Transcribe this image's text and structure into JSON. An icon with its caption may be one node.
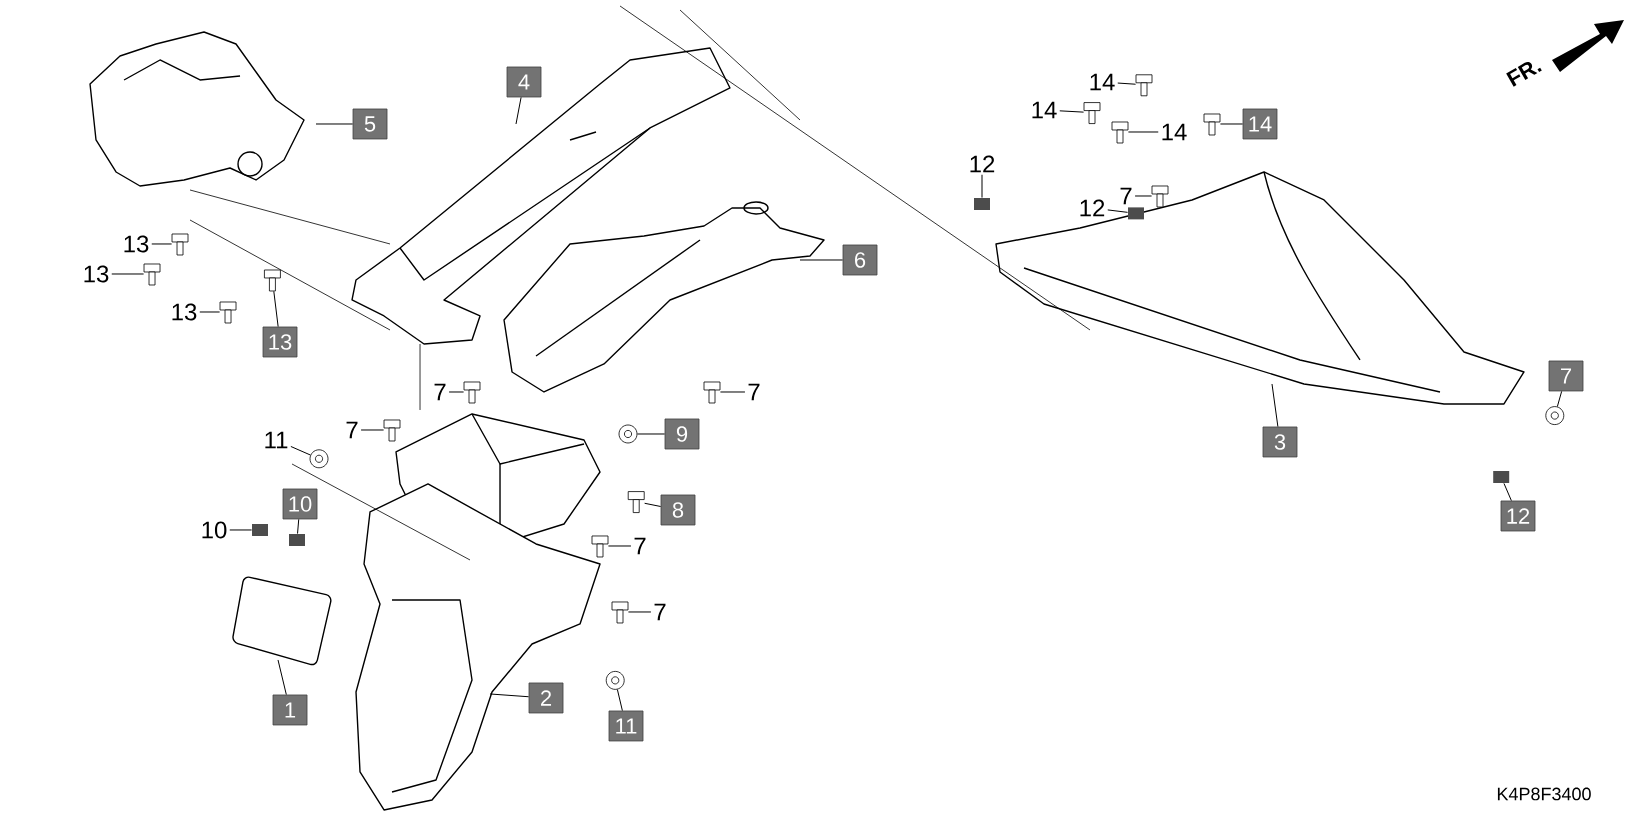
{
  "diagram": {
    "nodes": [
      {
        "text": [
          "14"
        ]
      },
      {
        "text": [
          "4"
        ]
      },
      {
        "text": [
          "14"
        ]
      },
      {
        "text": [
          "5"
        ]
      },
      {
        "text": [
          "14"
        ]
      },
      {
        "text": [
          "14"
        ]
      },
      {
        "text": [
          "12"
        ]
      },
      {
        "text": [
          "7"
        ]
      },
      {
        "text": [
          "12"
        ]
      },
      {
        "text": [
          "13"
        ]
      },
      {
        "text": [
          "6"
        ]
      },
      {
        "text": [
          "13"
        ]
      },
      {
        "text": [
          "13"
        ]
      },
      {
        "text": [
          "13"
        ]
      },
      {
        "text": [
          "7"
        ]
      },
      {
        "text": [
          "7"
        ]
      },
      {
        "text": [
          "7"
        ]
      },
      {
        "text": [
          "11"
        ]
      },
      {
        "text": [
          "7"
        ]
      },
      {
        "text": [
          "9"
        ]
      },
      {
        "text": [
          "3"
        ]
      },
      {
        "text": [
          "10"
        ]
      },
      {
        "text": [
          "8"
        ]
      },
      {
        "text": [
          "12"
        ]
      },
      {
        "text": [
          "10"
        ]
      },
      {
        "text": [
          "7"
        ]
      },
      {
        "text": [
          "7"
        ]
      },
      {
        "text": [
          "2"
        ]
      },
      {
        "text": [
          "1"
        ]
      },
      {
        "text": [
          "11"
        ]
      },
      {
        "text": [],
        "shape": "bolt"
      },
      {
        "text": [],
        "shape": "bolt"
      },
      {
        "text": [],
        "shape": "bolt"
      },
      {
        "text": [],
        "shape": "bolt"
      },
      {
        "text": [],
        "shape": "clip"
      },
      {
        "text": [],
        "shape": "bolt"
      },
      {
        "text": [],
        "shape": "clip"
      },
      {
        "text": [],
        "shape": "bolt"
      },
      {
        "text": [],
        "shape": "bolt"
      },
      {
        "text": [],
        "shape": "bolt"
      },
      {
        "text": [],
        "shape": "bolt"
      },
      {
        "text": [],
        "shape": "nut"
      },
      {
        "text": [],
        "shape": "bolt"
      },
      {
        "text": [],
        "shape": "bolt"
      },
      {
        "text": [],
        "shape": "nut"
      },
      {
        "text": [],
        "shape": "bolt"
      },
      {
        "text": [],
        "shape": "nut"
      },
      {
        "text": [],
        "shape": "clip"
      },
      {
        "text": [],
        "shape": "bolt"
      },
      {
        "text": [],
        "shape": "clip"
      },
      {
        "text": [],
        "shape": "clip"
      },
      {
        "text": [],
        "shape": "bolt"
      },
      {
        "text": [],
        "shape": "bolt"
      },
      {
        "text": [],
        "shape": "nut"
      }
    ],
    "edges": [
      {
        "from": 0,
        "to": 30,
        "arrow": "none"
      },
      {
        "from": 1,
        "to": null,
        "arrow": "none"
      },
      {
        "from": 2,
        "to": 31,
        "arrow": "none"
      },
      {
        "from": 3,
        "to": null,
        "arrow": "none"
      },
      {
        "from": 4,
        "to": 32,
        "arrow": "none"
      },
      {
        "from": 5,
        "to": 33,
        "arrow": "none"
      },
      {
        "from": 6,
        "to": 34,
        "arrow": "none"
      },
      {
        "from": 7,
        "to": 35,
        "arrow": "none"
      },
      {
        "from": 8,
        "to": 36,
        "arrow": "none"
      },
      {
        "from": 9,
        "to": 37,
        "arrow": "none"
      },
      {
        "from": 10,
        "to": null,
        "arrow": "none"
      },
      {
        "from": 11,
        "to": 38,
        "arrow": "none"
      },
      {
        "from": 12,
        "to": 39,
        "arrow": "none"
      },
      {
        "from": 13,
        "to": 40,
        "arrow": "none"
      },
      {
        "from": 14,
        "to": 41,
        "arrow": "none"
      },
      {
        "from": 15,
        "to": 42,
        "arrow": "none"
      },
      {
        "from": 16,
        "to": 43,
        "arrow": "none"
      },
      {
        "from": 17,
        "to": 44,
        "arrow": "none"
      },
      {
        "from": 18,
        "to": 45,
        "arrow": "none"
      },
      {
        "from": 19,
        "to": 46,
        "arrow": "none"
      },
      {
        "from": 20,
        "to": null,
        "arrow": "none"
      },
      {
        "from": 21,
        "to": 47,
        "arrow": "none"
      },
      {
        "from": 22,
        "to": 48,
        "arrow": "none"
      },
      {
        "from": 23,
        "to": 49,
        "arrow": "none"
      },
      {
        "from": 24,
        "to": 50,
        "arrow": "none"
      },
      {
        "from": 25,
        "to": 51,
        "arrow": "none"
      },
      {
        "from": 26,
        "to": 52,
        "arrow": "none"
      },
      {
        "from": 27,
        "to": null,
        "arrow": "none"
      },
      {
        "from": 28,
        "to": null,
        "arrow": "none"
      },
      {
        "from": 29,
        "to": 53,
        "arrow": "none"
      }
    ],
    "labels": [
      "FR.",
      "K4P8F3400"
    ]
  }
}
